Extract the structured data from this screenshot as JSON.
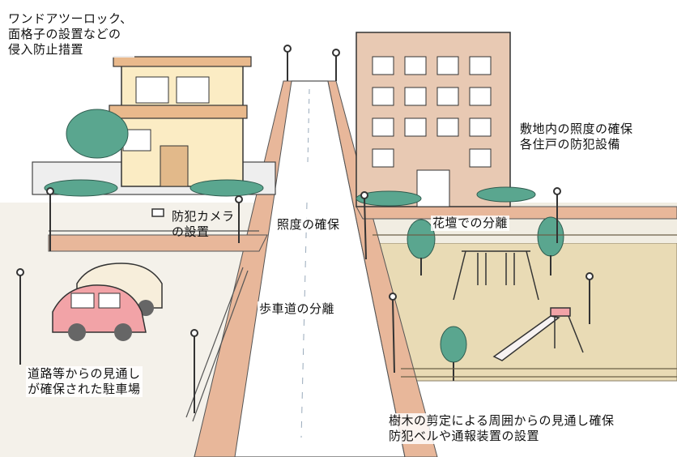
{
  "labels": {
    "home_security": [
      "ワンドアツーロック、",
      "面格子の設置などの",
      "侵入防止措置"
    ],
    "lighting_building": [
      "敷地内の照度の確保",
      "各住戸の防犯設備"
    ],
    "camera": [
      "防犯カメラ",
      "の設置"
    ],
    "lighting_road": "照度の確保",
    "flowerbed": "花壇での分離",
    "sidewalk": "歩車道の分離",
    "parking": [
      "道路等からの見通し",
      "が確保された駐車場"
    ],
    "park": [
      "樹木の剪定による周囲からの見通し確保",
      "防犯ベルや通報装置の設置"
    ]
  },
  "colors": {
    "road": "#ffffff",
    "sidewalk": "#e8b79a",
    "ground": "#e9dbb5",
    "building": "#e8c9b3",
    "house": "#fbecc4",
    "tree": "#5aa68f",
    "car_pink": "#f2a3a7",
    "car_cream": "#f7eedb",
    "outline": "#333333"
  }
}
